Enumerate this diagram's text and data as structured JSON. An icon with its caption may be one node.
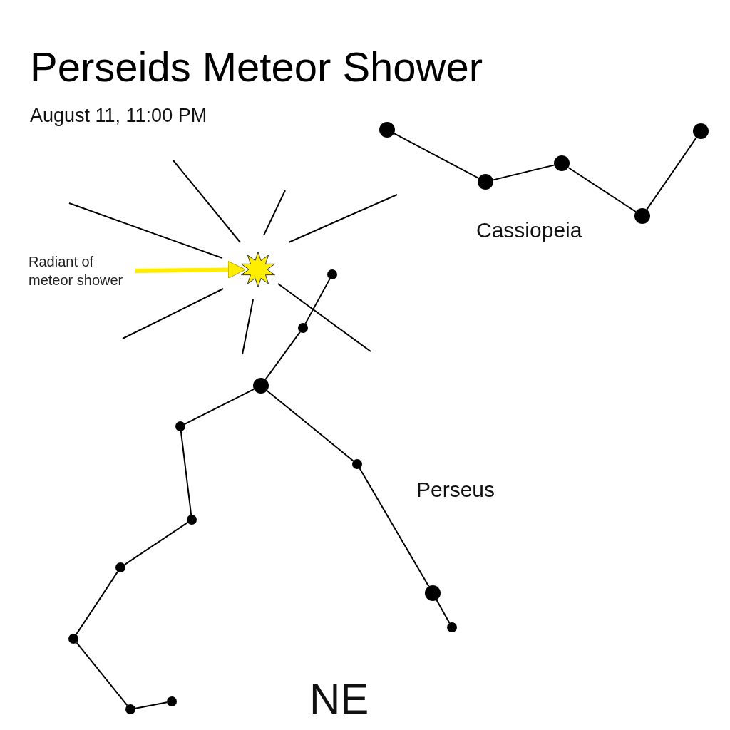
{
  "diagram": {
    "title": "Perseids Meteor Shower",
    "nodes": [
      {
        "text": [
          "Radiant of meteor shower"
        ]
      },
      {
        "text": [],
        "shape": "star"
      },
      {
        "text": [],
        "shape": "circle"
      },
      {
        "text": [],
        "shape": "circle"
      },
      {
        "text": [],
        "shape": "circle"
      },
      {
        "text": [],
        "shape": "circle"
      },
      {
        "text": [],
        "shape": "circle"
      },
      {
        "text": [],
        "shape": "circle"
      },
      {
        "text": [],
        "shape": "circle"
      },
      {
        "text": [],
        "shape": "circle"
      },
      {
        "text": [],
        "shape": "circle"
      },
      {
        "text": [],
        "shape": "circle"
      },
      {
        "text": [],
        "shape": "circle"
      },
      {
        "text": [],
        "shape": "circle"
      },
      {
        "text": [],
        "shape": "circle"
      },
      {
        "text": [],
        "shape": "circle"
      },
      {
        "text": [],
        "shape": "circle"
      },
      {
        "text": [],
        "shape": "circle"
      },
      {
        "text": [],
        "shape": "circle"
      }
    ],
    "edges": [
      {
        "from": 0,
        "to": 1,
        "arrow": "to",
        "style": "thick",
        "color": "#ffee00"
      },
      {
        "from": 2,
        "to": 3,
        "arrow": "none"
      },
      {
        "from": 3,
        "to": 4,
        "arrow": "none"
      },
      {
        "from": 4,
        "to": 5,
        "arrow": "none"
      },
      {
        "from": 5,
        "to": 6,
        "arrow": "none"
      },
      {
        "from": 7,
        "to": 8,
        "arrow": "none"
      },
      {
        "from": 8,
        "to": 9,
        "arrow": "none"
      },
      {
        "from": 9,
        "to": 10,
        "arrow": "none"
      },
      {
        "from": 10,
        "to": 11,
        "arrow": "none"
      },
      {
        "from": 11,
        "to": 12,
        "arrow": "none"
      },
      {
        "from": 12,
        "to": 13,
        "arrow": "none"
      },
      {
        "from": 13,
        "to": 14,
        "arrow": "none"
      },
      {
        "from": 14,
        "to": 15,
        "arrow": "none"
      },
      {
        "from": 9,
        "to": 16,
        "arrow": "none"
      },
      {
        "from": 16,
        "to": 17,
        "arrow": "none"
      },
      {
        "from": 17,
        "to": 18,
        "arrow": "none"
      }
    ],
    "labels": [
      "August 11, 11:00 PM",
      "Cassiopeia",
      "Perseus",
      "NE"
    ]
  }
}
